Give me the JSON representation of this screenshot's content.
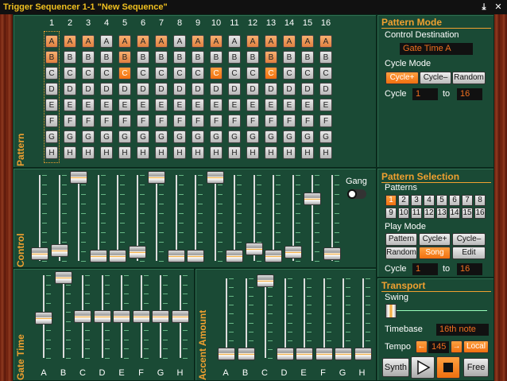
{
  "window": {
    "title": "Trigger Sequencer 1-1 \"New Sequence\"",
    "icons": [
      "download-icon",
      "close-icon"
    ]
  },
  "pattern": {
    "label": "Pattern",
    "columns": [
      "1",
      "2",
      "3",
      "4",
      "5",
      "6",
      "7",
      "8",
      "9",
      "10",
      "11",
      "12",
      "13",
      "14",
      "15",
      "16"
    ],
    "rows": [
      "A",
      "B",
      "C",
      "D",
      "E",
      "F",
      "G",
      "H"
    ],
    "selected": {
      "A": [
        1,
        2,
        3,
        5,
        6,
        7,
        9,
        10,
        12,
        13,
        14,
        15,
        16
      ],
      "B": [
        1,
        5,
        13
      ],
      "C": [
        5,
        10,
        13
      ]
    }
  },
  "control": {
    "label": "Control",
    "gang_label": "Gang",
    "values": [
      0.08,
      0.12,
      0.97,
      0.06,
      0.06,
      0.1,
      0.97,
      0.06,
      0.06,
      0.97,
      0.06,
      0.14,
      0.06,
      0.1,
      0.72,
      0.08
    ]
  },
  "gate_time": {
    "label": "Gate Time",
    "columns": [
      "A",
      "B",
      "C",
      "D",
      "E",
      "F",
      "G",
      "H"
    ],
    "values": [
      0.48,
      0.97,
      0.5,
      0.5,
      0.5,
      0.5,
      0.5,
      0.5
    ]
  },
  "accent": {
    "label": "Accent Amount",
    "columns": [
      "A",
      "B",
      "C",
      "D",
      "E",
      "F",
      "G",
      "H"
    ],
    "values": [
      0.05,
      0.05,
      0.97,
      0.05,
      0.05,
      0.05,
      0.05,
      0.05
    ]
  },
  "pattern_mode": {
    "title": "Pattern Mode",
    "control_destination_label": "Control Destination",
    "control_destination": "Gate Time A",
    "cycle_mode_label": "Cycle Mode",
    "cycle_buttons": [
      "Cycle+",
      "Cycle–",
      "Random"
    ],
    "cycle_label": "Cycle",
    "cycle_from": "1",
    "to_label": "to",
    "cycle_to": "16"
  },
  "pattern_selection": {
    "title": "Pattern Selection",
    "patterns_label": "Patterns",
    "patterns": [
      "1",
      "2",
      "3",
      "4",
      "5",
      "6",
      "7",
      "8",
      "9",
      "10",
      "11",
      "12",
      "13",
      "14",
      "15",
      "16"
    ],
    "play_mode_label": "Play Mode",
    "play_buttons": [
      "Pattern",
      "Cycle+",
      "Cycle–",
      "Random",
      "Song",
      "Edit"
    ],
    "cycle_label": "Cycle",
    "cycle_from": "1",
    "to_label": "to",
    "cycle_to": "16"
  },
  "transport": {
    "title": "Transport",
    "swing_label": "Swing",
    "swing": 0.0,
    "timebase_label": "Timebase",
    "timebase": "16th note",
    "tempo_label": "Tempo",
    "tempo": "145",
    "local_label": "Local",
    "synth_label": "Synth",
    "free_label": "Free",
    "left_arrow": "←",
    "right_arrow": "→"
  },
  "colors": {
    "accent": "#f07010",
    "panel": "#1a4a35",
    "orange_text": "#f0a030"
  }
}
